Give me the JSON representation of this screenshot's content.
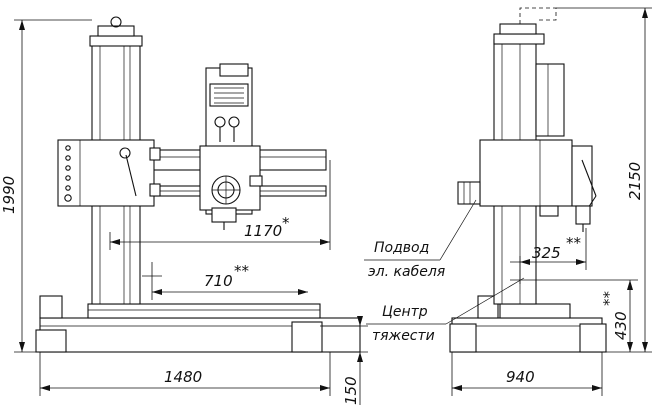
{
  "dims": {
    "d1990": "1990",
    "d1170": "1170",
    "d710": "710",
    "d1480": "1480",
    "d150": "150",
    "d2150": "2150",
    "d325": "325",
    "d430": "430",
    "d940": "940",
    "star1": "*",
    "star2": "**"
  },
  "notes": {
    "cable_line1": "Подвод",
    "cable_line2": "эл. кабеля",
    "cog_line1": "Центр",
    "cog_line2": "тяжести"
  }
}
